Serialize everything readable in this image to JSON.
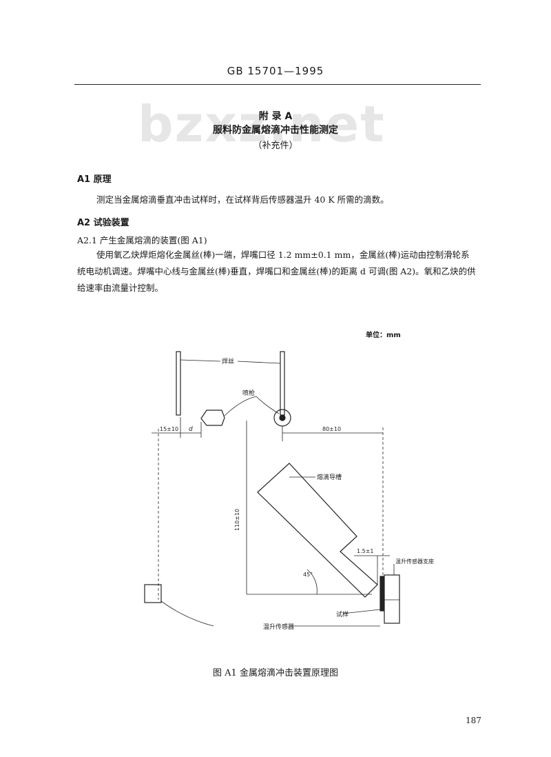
{
  "header": {
    "standard_no": "GB 15701—1995"
  },
  "watermark": "bzxz.net",
  "annex": {
    "label": "附 录 A",
    "title": "服料防金属熔滴冲击性能测定",
    "note": "（补充件）"
  },
  "sections": {
    "a1_title": "A1  原理",
    "a1_text": "测定当金属熔滴垂直冲击试样时，在试样背后传感器温升 40 K 所需的滴数。",
    "a2_title": "A2  试验装置",
    "a21_title": "A2.1  产生金属熔滴的装置(图 A1)",
    "a21_text": "使用氧乙炔焊炬熔化金属丝(棒)一端，焊嘴口径 1.2 mm±0.1 mm，金属丝(棒)运动由控制滑轮系统电动机调速。焊嘴中心线与金属丝(棒)垂直，焊嘴口和金属丝(棒)的距离 d 可调(图 A2)。氧和乙炔的供给速率由流量计控制。"
  },
  "figure": {
    "unit": "单位：mm",
    "labels": {
      "wire": "焊丝",
      "nozzle": "喷枪",
      "dim_15": "15±10",
      "dim_d": "d",
      "dim_80": "80±10",
      "dim_110": "110±10",
      "trough": "熔滴导槽",
      "dim_1_5": "1.5±1",
      "sensor_support": "温升传感器支座",
      "angle": "45°",
      "specimen": "试样",
      "sensor": "温升传感器"
    },
    "caption": "图 A1  金属熔滴冲击装置原理图"
  },
  "page_number": "187"
}
